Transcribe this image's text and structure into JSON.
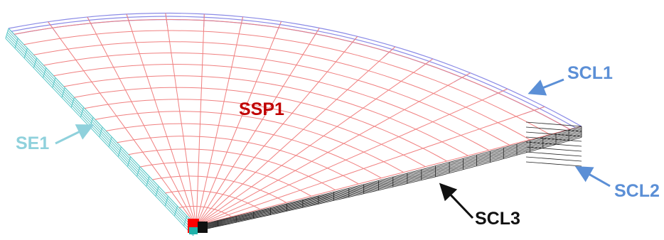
{
  "labels": {
    "ssp1": "SSP1",
    "scl1": "SCL1",
    "scl2": "SCL2",
    "scl3": "SCL3",
    "se1": "SE1"
  },
  "colors": {
    "ssp1": "#c00000",
    "scl": "#5b8fd6",
    "scl3": "#1a1a1a",
    "se1": "#8fd1dc",
    "red_mesh": "#f08080",
    "blue_mesh": "#8a8ae6",
    "cyan_mesh": "#5cc8c8",
    "black_mesh": "#222222",
    "corner_block": "#ff0000"
  }
}
